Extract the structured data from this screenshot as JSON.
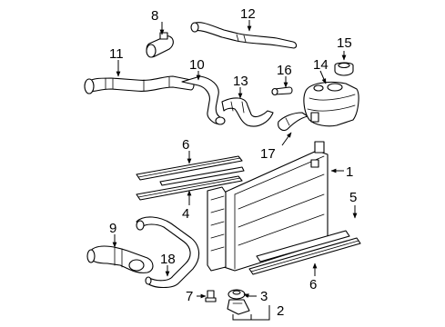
{
  "callouts": {
    "c1": "1",
    "c2": "2",
    "c3": "3",
    "c4": "4",
    "c5": "5",
    "c6a": "6",
    "c6b": "6",
    "c7": "7",
    "c8": "8",
    "c9": "9",
    "c10": "10",
    "c11": "11",
    "c12": "12",
    "c13": "13",
    "c14": "14",
    "c15": "15",
    "c16": "16",
    "c17": "17",
    "c18": "18"
  }
}
